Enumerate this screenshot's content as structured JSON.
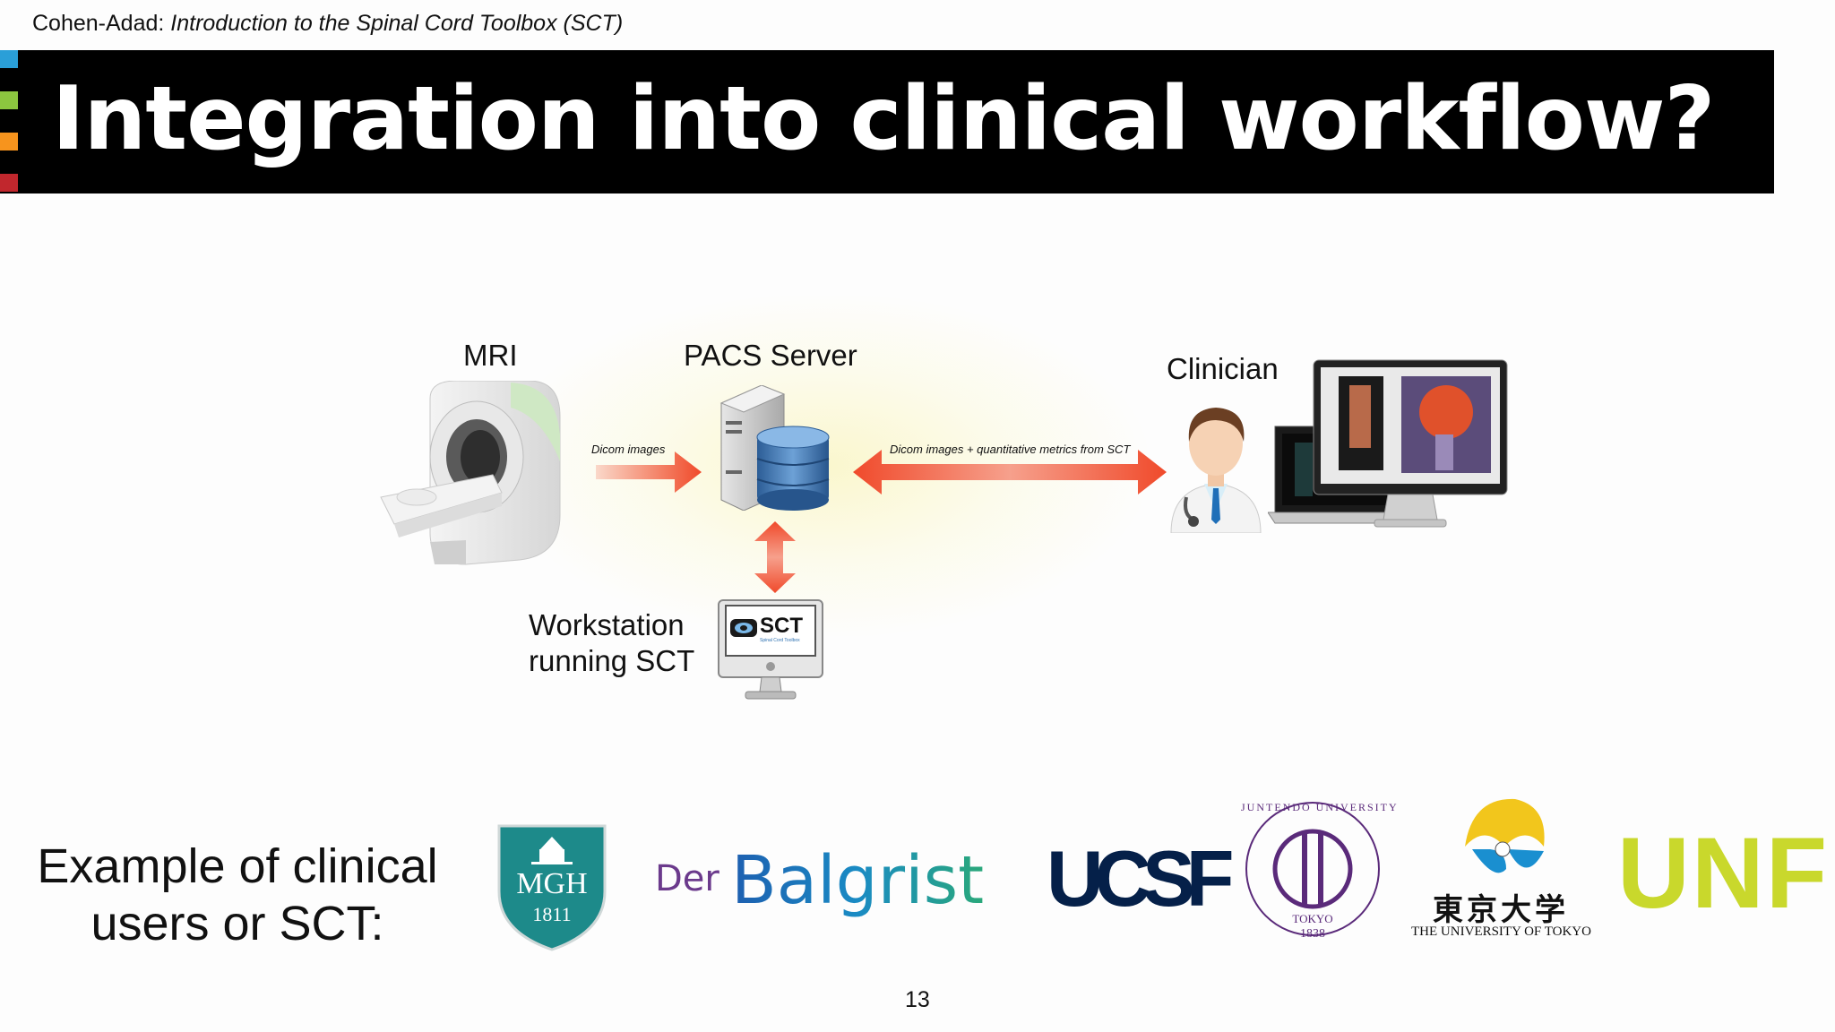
{
  "header": {
    "author": "Cohen-Adad:",
    "course": "Introduction to the Spinal Cord Toolbox (SCT)"
  },
  "title": "Integration into clinical workflow?",
  "accent_colors": [
    "#2a9fd8",
    "#8cc63f",
    "#f7941d",
    "#c1272d"
  ],
  "diagram": {
    "mri_label": "MRI",
    "pacs_label": "PACS Server",
    "clinician_label": "Clinician",
    "workstation_label_line1": "Workstation",
    "workstation_label_line2": "running SCT",
    "arrow1_label": "Dicom images",
    "arrow2_label": "Dicom images + quantitative metrics from SCT",
    "sct_screen_text": "SCT",
    "sct_screen_subtext": "Spinal Cord Toolbox",
    "arrow_color": "#f04a2b"
  },
  "clinical_users": {
    "label_line1": "Example of clinical",
    "label_line2": "users or SCT:",
    "logos": {
      "mgh": {
        "name": "MGH",
        "year": "1811"
      },
      "balgrist": {
        "prefix": "Der",
        "name": "Balgrist"
      },
      "ucsf": {
        "name": "UCSF"
      },
      "juntendo": {
        "ring_text": "JUNTENDO UNIVERSITY",
        "city": "TOKYO",
        "year": "1838"
      },
      "tokyo": {
        "kanji": "東京大学",
        "name": "THE UNIVERSITY OF TOKYO"
      },
      "unf": {
        "name": "UNF"
      }
    }
  },
  "page_number": "13"
}
